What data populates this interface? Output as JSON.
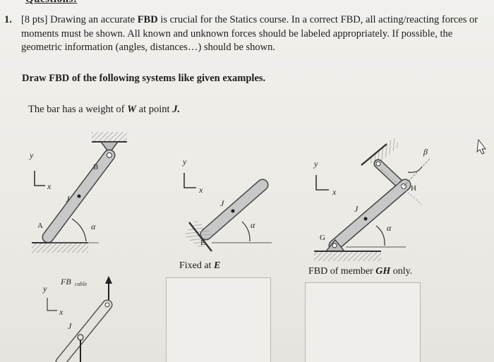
{
  "header": {
    "cut_title": "Questions:"
  },
  "problem": {
    "number": "1.",
    "points": "[8 pts]",
    "text_pre": "Drawing an accurate",
    "text_bold": "FBD",
    "text_post": "is crucial for the Statics course. In a correct FBD, all acting/reacting forces or moments must be shown. All known and unknown forces should be labeled appropriately. If possible, the geometric information (angles, distances…) should be shown."
  },
  "instruction": "Draw FBD of the following systems like given examples.",
  "note": {
    "pre": "The bar has a weight of",
    "w": "W",
    "mid": "at point",
    "j": "J."
  },
  "figure1": {
    "y": "y",
    "x": "x",
    "B": "B",
    "J": "J",
    "A": "A",
    "alpha": "α"
  },
  "figure2": {
    "y": "y",
    "x": "x",
    "J": "J",
    "E": "E",
    "alpha": "α",
    "caption_pre": "Fixed at",
    "caption_var": "E"
  },
  "figure3": {
    "y": "y",
    "x": "x",
    "J": "J",
    "G": "G",
    "H": "H",
    "alpha": "α",
    "beta": "β",
    "caption_pre": "FBD of member",
    "caption_var": "GH",
    "caption_post": "only."
  },
  "example": {
    "y": "y",
    "x": "x",
    "J": "J",
    "force_label": "FB",
    "cable": "cable"
  }
}
